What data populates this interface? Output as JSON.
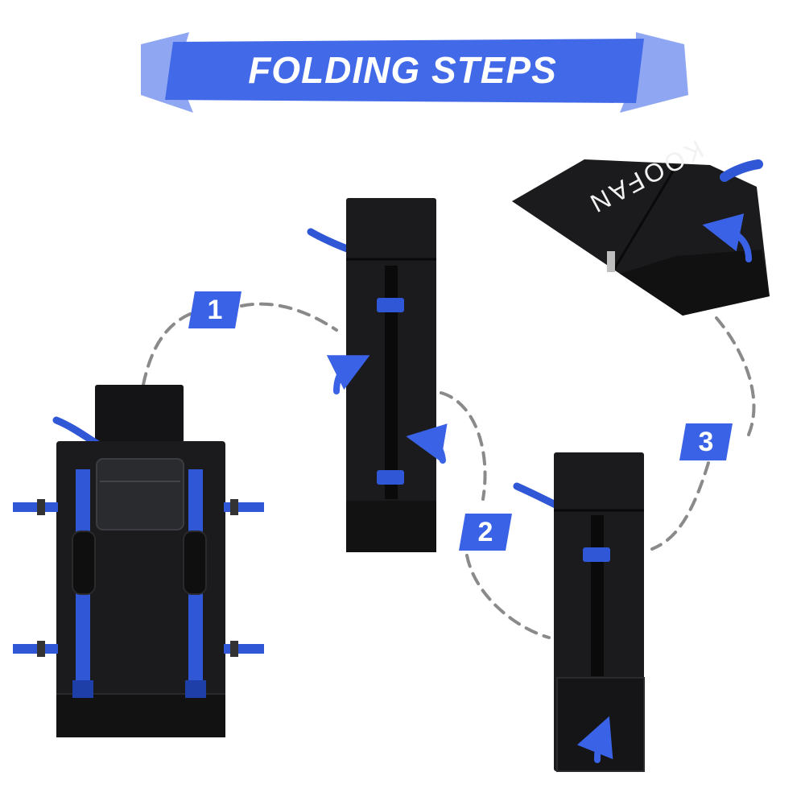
{
  "banner": {
    "title": "FOLDING STEPS"
  },
  "steps": [
    {
      "number": "1"
    },
    {
      "number": "2"
    },
    {
      "number": "3"
    }
  ],
  "brand": {
    "logo_text": "KOOFAN"
  },
  "colors": {
    "accent_blue": "#3a62e6",
    "banner_light": "#8fa6f2",
    "bag_black": "#1b1b1d",
    "bag_dark": "#0e0e0f",
    "strap_blue": "#2f57d6",
    "dash_gray": "#8a8a8a"
  }
}
